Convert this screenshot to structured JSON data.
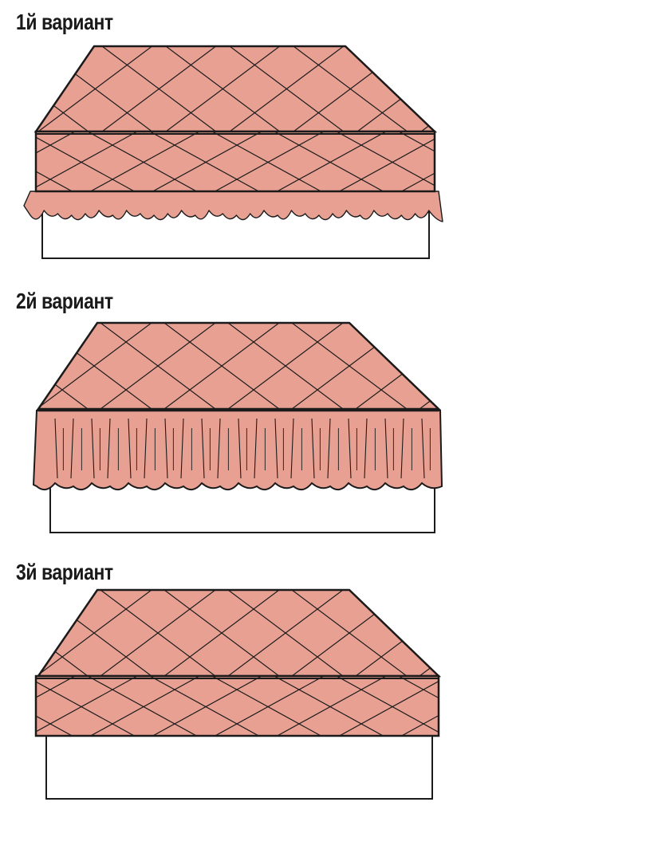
{
  "variants": [
    {
      "label": "1й вариант"
    },
    {
      "label": "2й вариант"
    },
    {
      "label": "3й вариант"
    }
  ],
  "colors": {
    "fabric": "#e8a092",
    "fabric_shadow": "#d98b7c",
    "outline": "#1b1b1b",
    "bed_base": "#ffffff"
  }
}
